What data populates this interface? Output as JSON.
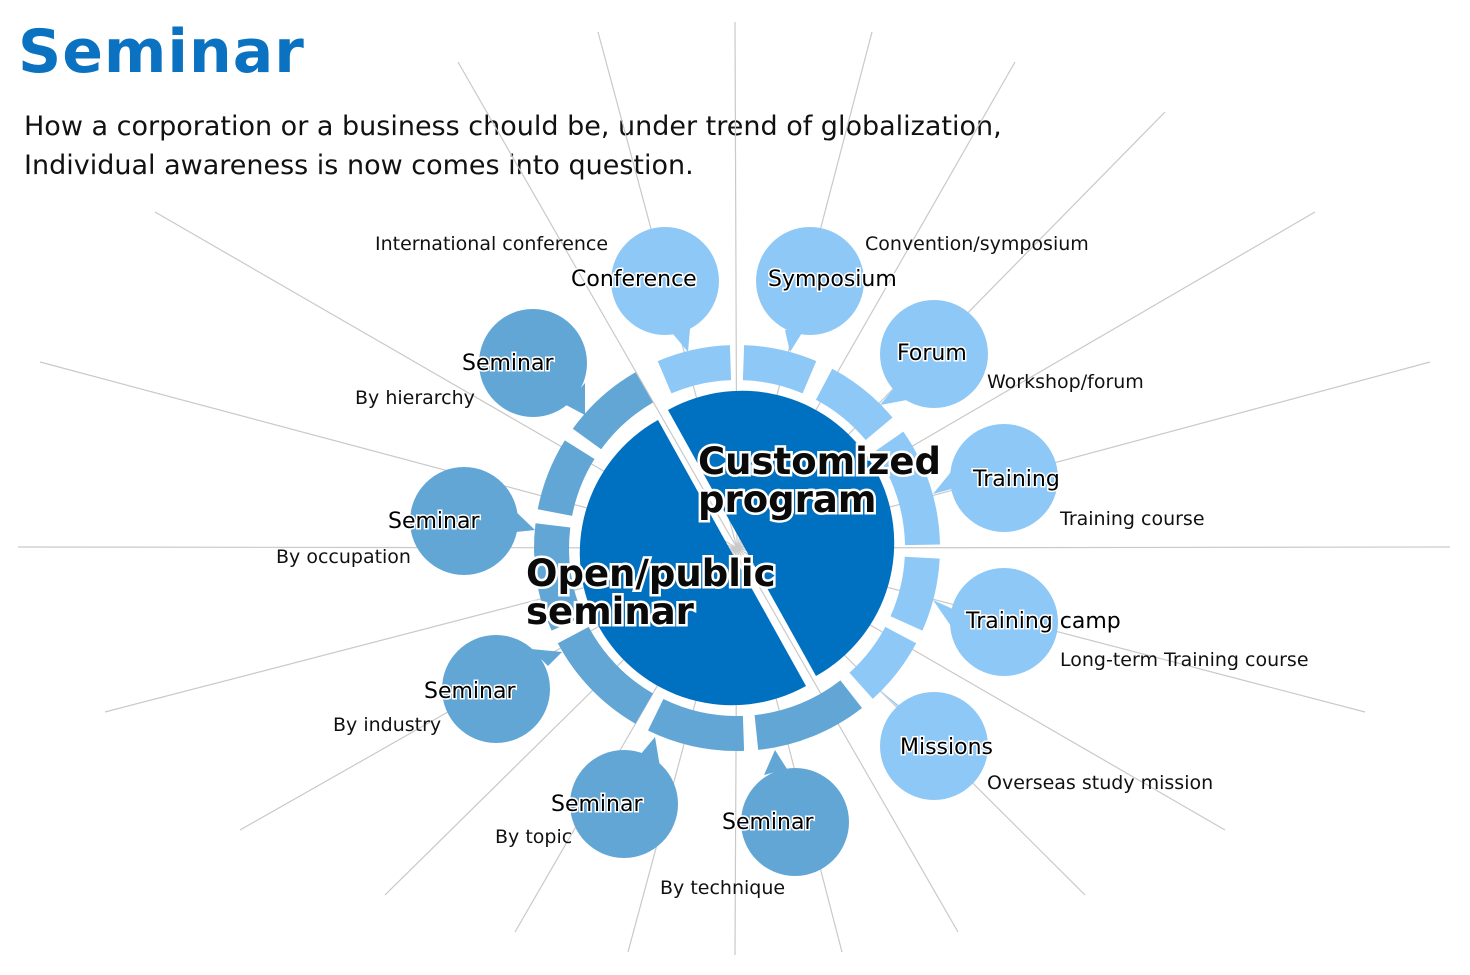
{
  "title": "Seminar",
  "subtitle": {
    "line1": "How a corporation or a business chould be, under trend of globalization,",
    "line2": "Individual awareness is now comes into question."
  },
  "center": {
    "customized": {
      "line1": "Customized",
      "line2": "program"
    },
    "open": {
      "line1": "Open/public",
      "line2": "seminar"
    }
  },
  "colors": {
    "center": "#0070c0",
    "left_ring": "#62a6d6",
    "right_ring": "#8ec8f6",
    "rays": "#c9c9c9",
    "title": "#0a72c0"
  },
  "bubbles": [
    {
      "id": "seminar-hierarchy",
      "label": "Seminar",
      "sublabel": "By hierarchy",
      "group": "open"
    },
    {
      "id": "seminar-occupation",
      "label": "Seminar",
      "sublabel": "By occupation",
      "group": "open"
    },
    {
      "id": "seminar-industry",
      "label": "Seminar",
      "sublabel": "By industry",
      "group": "open"
    },
    {
      "id": "seminar-topic",
      "label": "Seminar",
      "sublabel": "By topic",
      "group": "open"
    },
    {
      "id": "seminar-technique",
      "label": "Seminar",
      "sublabel": "By technique",
      "group": "open"
    },
    {
      "id": "conference",
      "label": "Conference",
      "sublabel": "International conference",
      "group": "custom"
    },
    {
      "id": "symposium",
      "label": "Symposium",
      "sublabel": "Convention/symposium",
      "group": "custom"
    },
    {
      "id": "forum",
      "label": "Forum",
      "sublabel": "Workshop/forum",
      "group": "custom"
    },
    {
      "id": "training",
      "label": "Training",
      "sublabel": "Training course",
      "group": "custom"
    },
    {
      "id": "training-camp",
      "label": "Training camp",
      "sublabel": "Long-term Training course",
      "group": "custom"
    },
    {
      "id": "missions",
      "label": "Missions",
      "sublabel": "Overseas study mission",
      "group": "custom"
    }
  ]
}
